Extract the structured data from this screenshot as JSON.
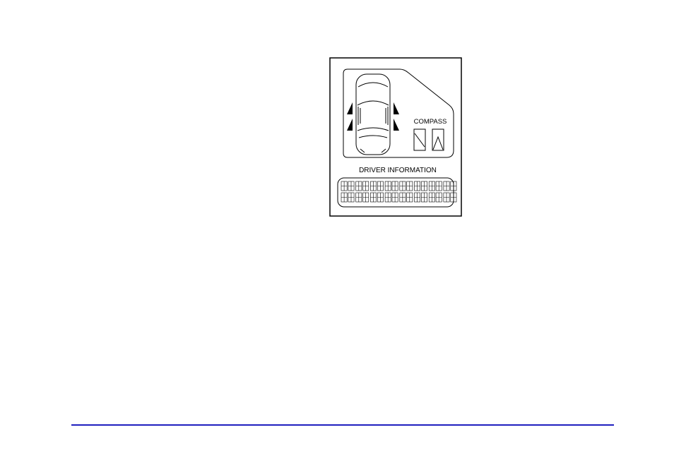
{
  "figure": {
    "compass_label": "COMPASS",
    "driver_info_label": "DRIVER INFORMATION",
    "segment_display": {
      "rows": 2,
      "character_cells": 16
    }
  },
  "colors": {
    "line_art": "#000000",
    "footer_rule": "#1f1fbf",
    "page_background": "#ffffff"
  }
}
